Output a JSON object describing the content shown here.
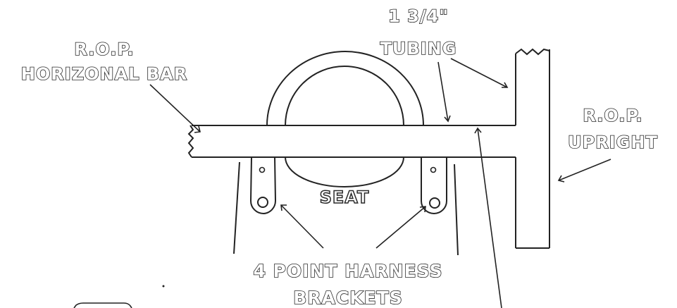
{
  "labels": {
    "rop_horizontal_line1": "R.O.P.",
    "rop_horizontal_line2": "HORIZONAL BAR",
    "tubing_line1": "1 3/4\"",
    "tubing_line2": "TUBING",
    "rop_upright_line1": "R.O.P.",
    "rop_upright_line2": "UPRIGHT",
    "seat": "SEAT",
    "harness_line1": "4 POINT HARNESS",
    "harness_line2": "BRACKETS"
  },
  "colors": {
    "line": "#222222",
    "background": "#ffffff"
  }
}
